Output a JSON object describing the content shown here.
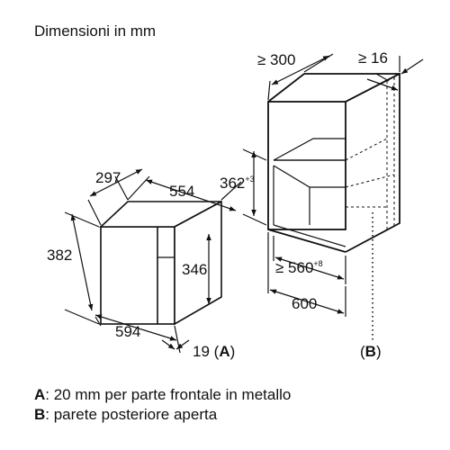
{
  "title": "Dimensioni in mm",
  "appliance": {
    "depth": "297",
    "width": "554",
    "height": "382",
    "inner_height": "346",
    "front_width": "594",
    "front_depth": "19",
    "front_note_marker": "A"
  },
  "niche": {
    "top_depth": "≥ 300",
    "top_gap": "≥ 16",
    "height": "362",
    "height_tolerance": "+3",
    "width": "≥ 560",
    "width_tolerance": "+8",
    "outer_width": "600",
    "rear_note_marker": "B"
  },
  "legend": [
    {
      "marker": "A",
      "text": ": 20 mm per parte frontale in metallo"
    },
    {
      "marker": "B",
      "text": ": parete posteriore aperta"
    }
  ]
}
